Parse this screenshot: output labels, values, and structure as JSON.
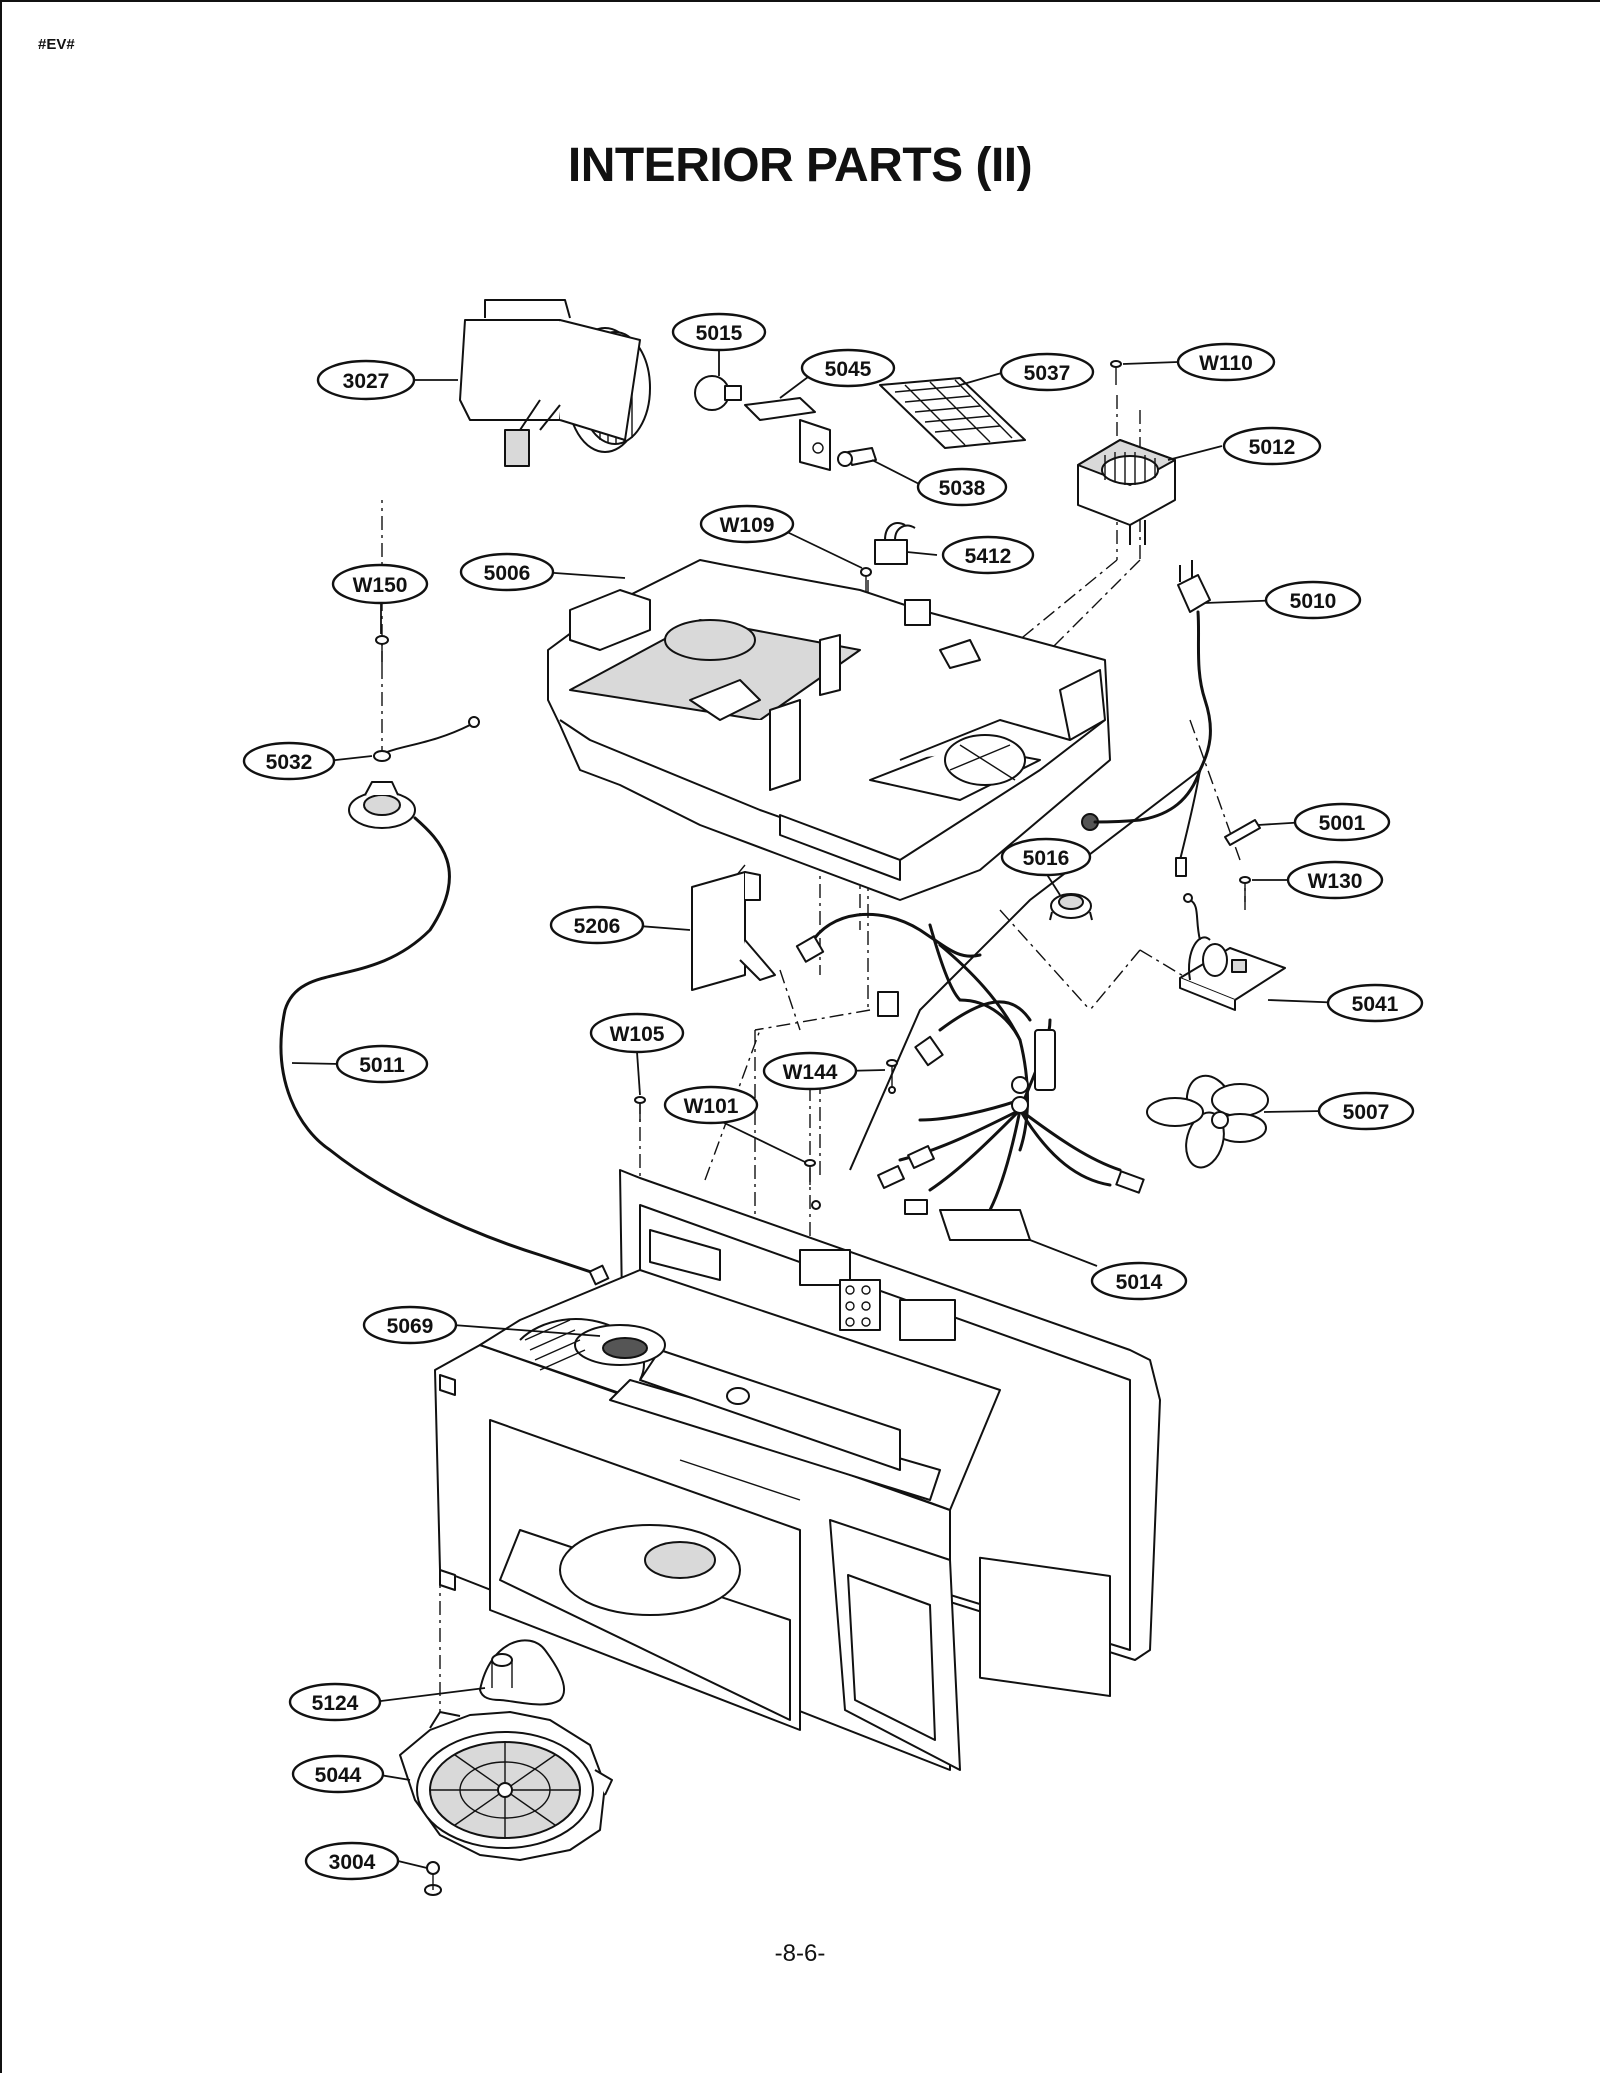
{
  "header_tag": "#EV#",
  "title": "INTERIOR PARTS (II)",
  "page_number": "-8-6-",
  "callouts": {
    "p3027": "3027",
    "p5015": "5015",
    "p5045": "5045",
    "p5037": "5037",
    "pW110": "W110",
    "p5012": "5012",
    "p5038": "5038",
    "pW109": "W109",
    "p5412": "5412",
    "pW150": "W150",
    "p5006": "5006",
    "p5010": "5010",
    "p5032": "5032",
    "p5001": "5001",
    "p5016": "5016",
    "pW130": "W130",
    "p5206": "5206",
    "p5041": "5041",
    "pW105": "W105",
    "p5011": "5011",
    "pW144": "W144",
    "pW101": "W101",
    "p5007": "5007",
    "p5014": "5014",
    "p5069": "5069",
    "p5124": "5124",
    "p5044": "5044",
    "p3004": "3004"
  }
}
